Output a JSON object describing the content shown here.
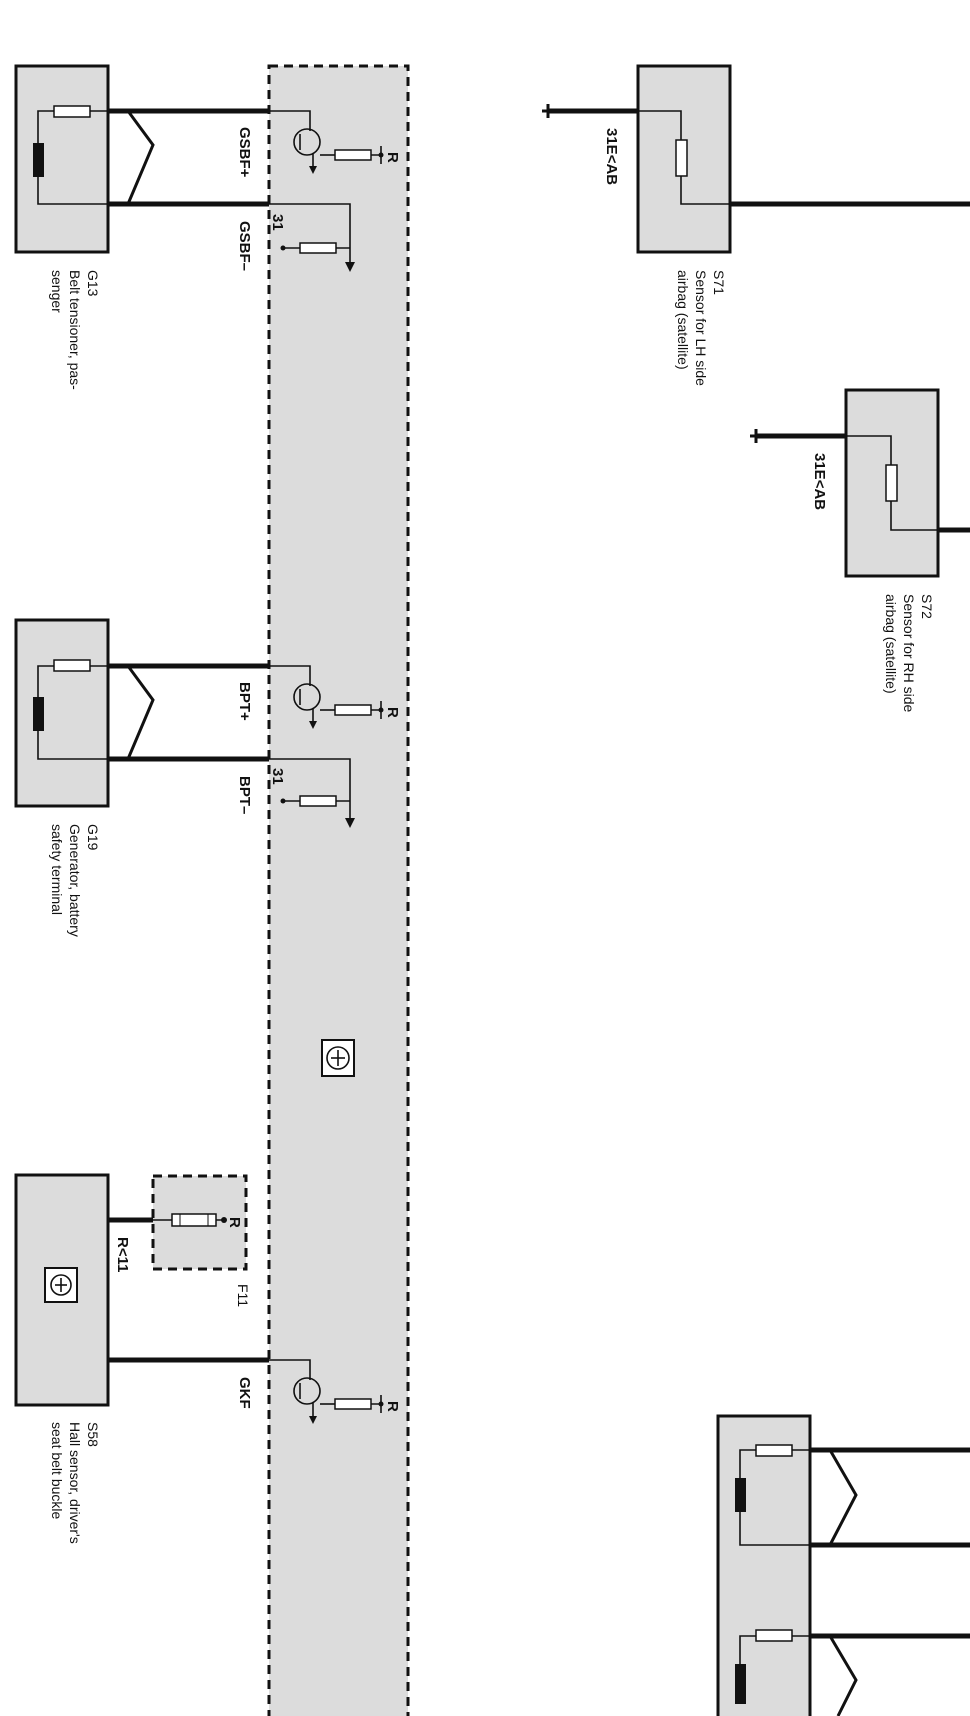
{
  "components": {
    "G13": {
      "id": "G13",
      "desc": "Belt tensioner, pas-\nsenger"
    },
    "G19": {
      "id": "G19",
      "desc": "Generator, battery\nsafety terminal"
    },
    "S58": {
      "id": "S58",
      "desc": "Hall sensor, driver's\nseat belt buckle"
    },
    "S71": {
      "id": "S71",
      "desc": "Sensor for LH side\nairbag (satellite)"
    },
    "S72": {
      "id": "S72",
      "desc": "Sensor for RH side\nairbag (satellite)"
    },
    "F11": {
      "id": "F11"
    }
  },
  "pins": {
    "gsbf_plus": "GSBF+",
    "gsbf_minus": "GSBF–",
    "bpt_plus": "BPT+",
    "bpt_minus": "BPT–",
    "gkf": "GKF",
    "ground_31": "31",
    "r": "R",
    "r11": "R<11",
    "ground_s71": "31E<AB",
    "ground_s72": "31E<AB"
  }
}
